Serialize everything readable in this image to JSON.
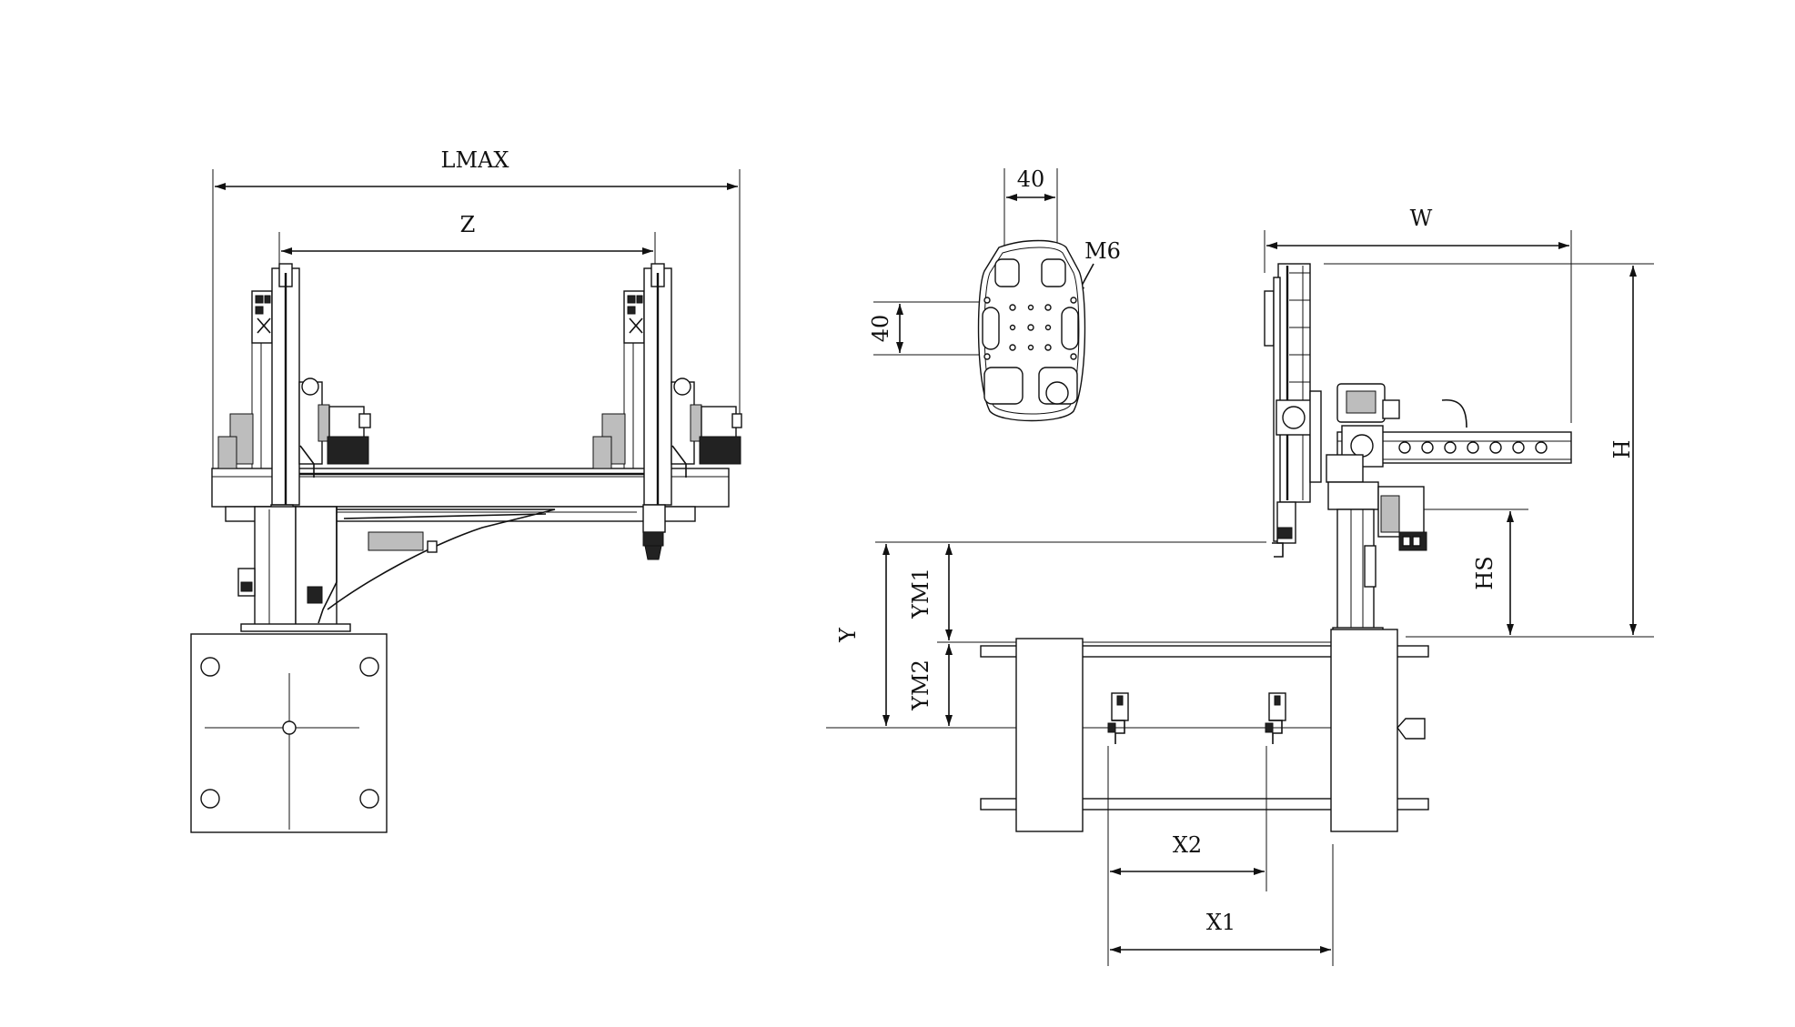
{
  "dimensions": {
    "lmax": "LMAX",
    "z": "Z",
    "plate_width": "40",
    "plate_height": "40",
    "thread": "M6",
    "w": "W",
    "h": "H",
    "hs": "HS",
    "y": "Y",
    "ym1": "YM1",
    "ym2": "YM2",
    "x1": "X1",
    "x2": "X2"
  },
  "colors": {
    "line": "#111111",
    "background": "#ffffff"
  }
}
